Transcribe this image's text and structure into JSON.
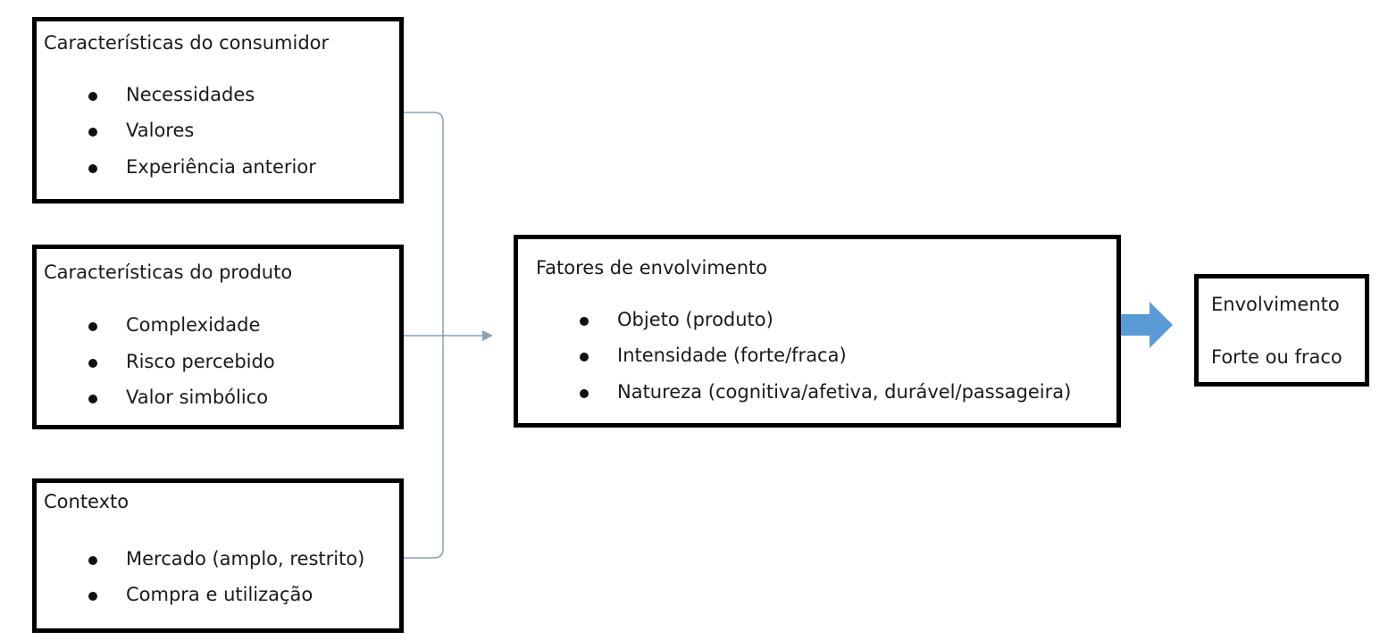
{
  "consumer": {
    "title": "Características do consumidor",
    "items": [
      "Necessidades",
      "Valores",
      "Experiência anterior"
    ]
  },
  "product": {
    "title": "Características do produto",
    "items": [
      "Complexidade",
      "Risco percebido",
      "Valor simbólico"
    ]
  },
  "context": {
    "title": "Contexto",
    "items": [
      "Mercado (amplo, restrito)",
      "Compra e utilização"
    ]
  },
  "factors": {
    "title": "Fatores de envolvimento",
    "items": [
      "Objeto (produto)",
      "Intensidade (forte/fraca)",
      "Natureza (cognitiva/afetiva, durável/passageira)"
    ]
  },
  "result": {
    "title": "Envolvimento",
    "subtitle": "Forte ou fraco"
  },
  "colors": {
    "connector": "#8aa0b4",
    "big_arrow": "#5b9bd5",
    "border": "#000000"
  }
}
